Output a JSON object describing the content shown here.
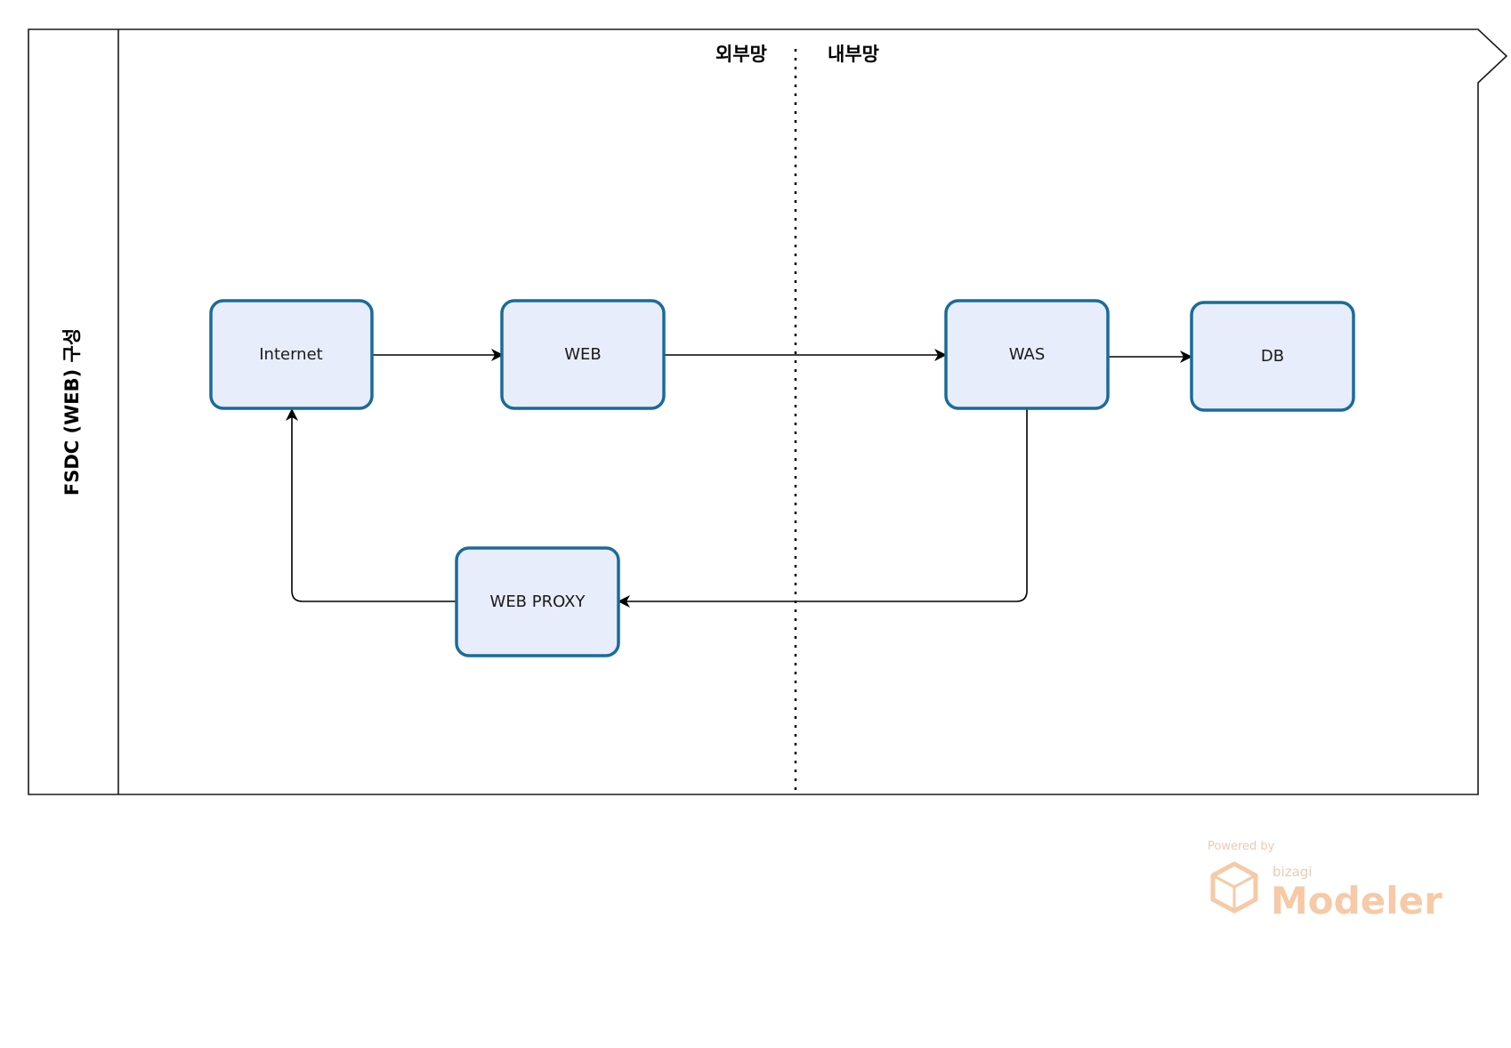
{
  "pool": {
    "title": "FSDC (WEB) 구성"
  },
  "zones": {
    "external": "외부망",
    "internal": "내부망"
  },
  "nodes": {
    "internet": "Internet",
    "web": "WEB",
    "was": "WAS",
    "db": "DB",
    "web_proxy": "WEB PROXY"
  },
  "watermark": {
    "powered_by": "Powered by",
    "brand": "bizagi",
    "product": "Modeler"
  },
  "colors": {
    "node_fill": "#e8edfb",
    "node_stroke": "#1a6b9a",
    "line": "#000000",
    "watermark": "#f0a060"
  }
}
